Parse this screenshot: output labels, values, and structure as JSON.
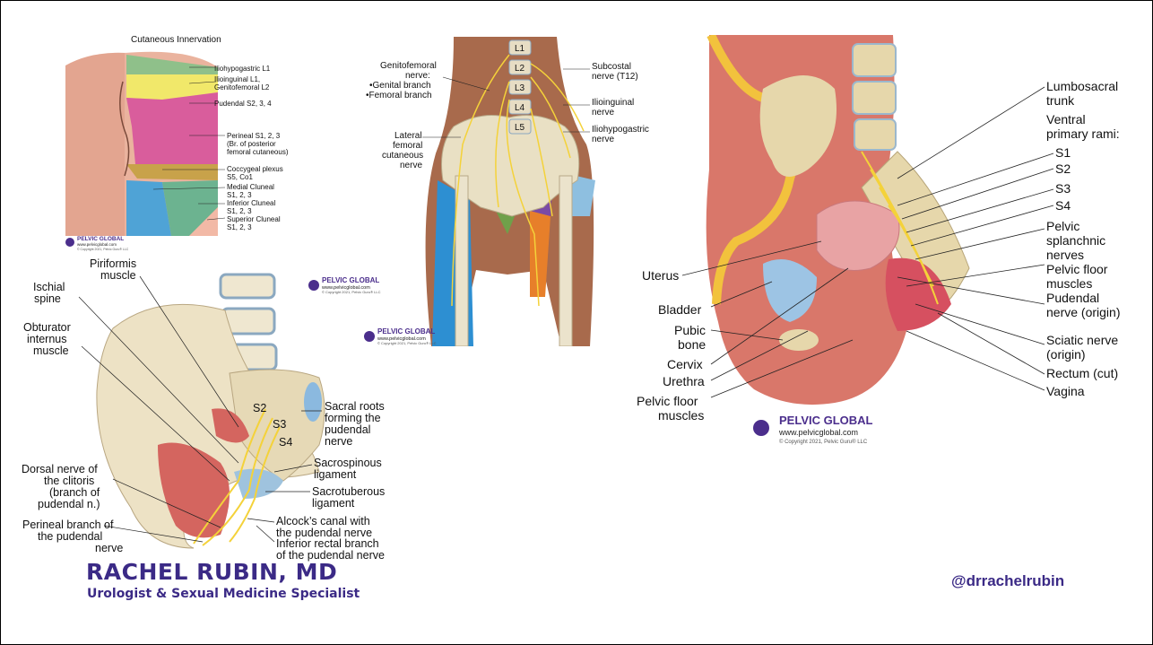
{
  "cutaneous": {
    "title": "Cutaneous Innervation",
    "labels": {
      "iliohypogastric": "Iliohypogastric L1",
      "ilioinguinal_1": "Ilioinguinal L1,",
      "ilioinguinal_2": "Genitofemoral L2",
      "pudendal": "Pudendal S2, 3, 4",
      "perineal_1": "Perineal S1, 2, 3",
      "perineal_2": "(Br. of posterior",
      "perineal_3": "femoral cutaneous)",
      "coccygeal_1": "Coccygeal plexus",
      "coccygeal_2": "S5, Co1",
      "medial_1": "Medial Cluneal",
      "medial_2": "S1, 2, 3",
      "inferior_1": "Inferior Cluneal",
      "inferior_2": "S1, 2, 3",
      "superior_1": "Superior Cluneal",
      "superior_2": "S1, 2, 3"
    }
  },
  "lumbar": {
    "vertebrae": [
      "L1",
      "L2",
      "L3",
      "L4",
      "L5"
    ],
    "labels": {
      "genitofemoral_1": "Genitofemoral",
      "genitofemoral_2": "nerve:",
      "genital_branch": "•Genital branch",
      "femoral_branch": "•Femoral branch",
      "lateral_1": "Lateral",
      "lateral_2": "femoral",
      "lateral_3": "cutaneous",
      "lateral_4": "nerve",
      "subcostal_1": "Subcostal",
      "subcostal_2": "nerve (T12)",
      "ilioinguinal_1": "Ilioinguinal",
      "ilioinguinal_2": "nerve",
      "iliohypogastric_1": "Iliohypogastric",
      "iliohypogastric_2": "nerve"
    }
  },
  "sacral": {
    "roots": [
      "S2",
      "S3",
      "S4"
    ],
    "labels": {
      "piriformis_1": "Piriformis",
      "piriformis_2": "muscle",
      "ischial_1": "Ischial",
      "ischial_2": "spine",
      "obturator_1": "Obturator",
      "obturator_2": "internus",
      "obturator_3": "muscle",
      "sacral_roots_1": "Sacral roots",
      "sacral_roots_2": "forming the",
      "sacral_roots_3": "pudendal",
      "sacral_roots_4": "nerve",
      "sacrospinous_1": "Sacrospinous",
      "sacrospinous_2": "ligament",
      "sacrotuberous_1": "Sacrotuberous",
      "sacrotuberous_2": "ligament",
      "dorsal_1": "Dorsal nerve of",
      "dorsal_2": "the clitoris",
      "dorsal_3": "(branch of",
      "dorsal_4": "pudendal n.)",
      "alcock_1": "Alcock’s canal with",
      "alcock_2": "the pudendal nerve",
      "perineal_1": "Perineal branch of",
      "perineal_2": "the pudendal",
      "perineal_3": "nerve",
      "inferior_rectal_1": "Inferior rectal branch",
      "inferior_rectal_2": "of the pudendal nerve"
    }
  },
  "pelvis": {
    "right_labels": {
      "lumbosacral_1": "Lumbosacral",
      "lumbosacral_2": "trunk",
      "ventral_1": "Ventral",
      "ventral_2": "primary rami:",
      "s1": "S1",
      "s2": "S2",
      "s3": "S3",
      "s4": "S4",
      "splanchnic_1": "Pelvic",
      "splanchnic_2": "splanchnic",
      "splanchnic_3": "nerves",
      "floor_1": "Pelvic floor",
      "floor_2": "muscles",
      "pudendal_1": "Pudendal",
      "pudendal_2": "nerve (origin)",
      "sciatic_1": "Sciatic nerve",
      "sciatic_2": "(origin)",
      "rectum": "Rectum (cut)",
      "vagina": "Vagina"
    },
    "left_labels": {
      "uterus": "Uterus",
      "bladder": "Bladder",
      "pubic_1": "Pubic",
      "pubic_2": "bone",
      "cervix": "Cervix",
      "urethra": "Urethra",
      "floor_1": "Pelvic floor",
      "floor_2": "muscles"
    }
  },
  "watermark": {
    "name": "PELVIC GLOBAL",
    "url": "www.pelvicglobal.com",
    "copyright": "© Copyright 2021, Pelvic Guru® LLC"
  },
  "branding": {
    "name": "RACHEL RUBIN, MD",
    "subtitle": "Urologist & Sexual Medicine Specialist",
    "handle": "@drrachelrubin"
  }
}
